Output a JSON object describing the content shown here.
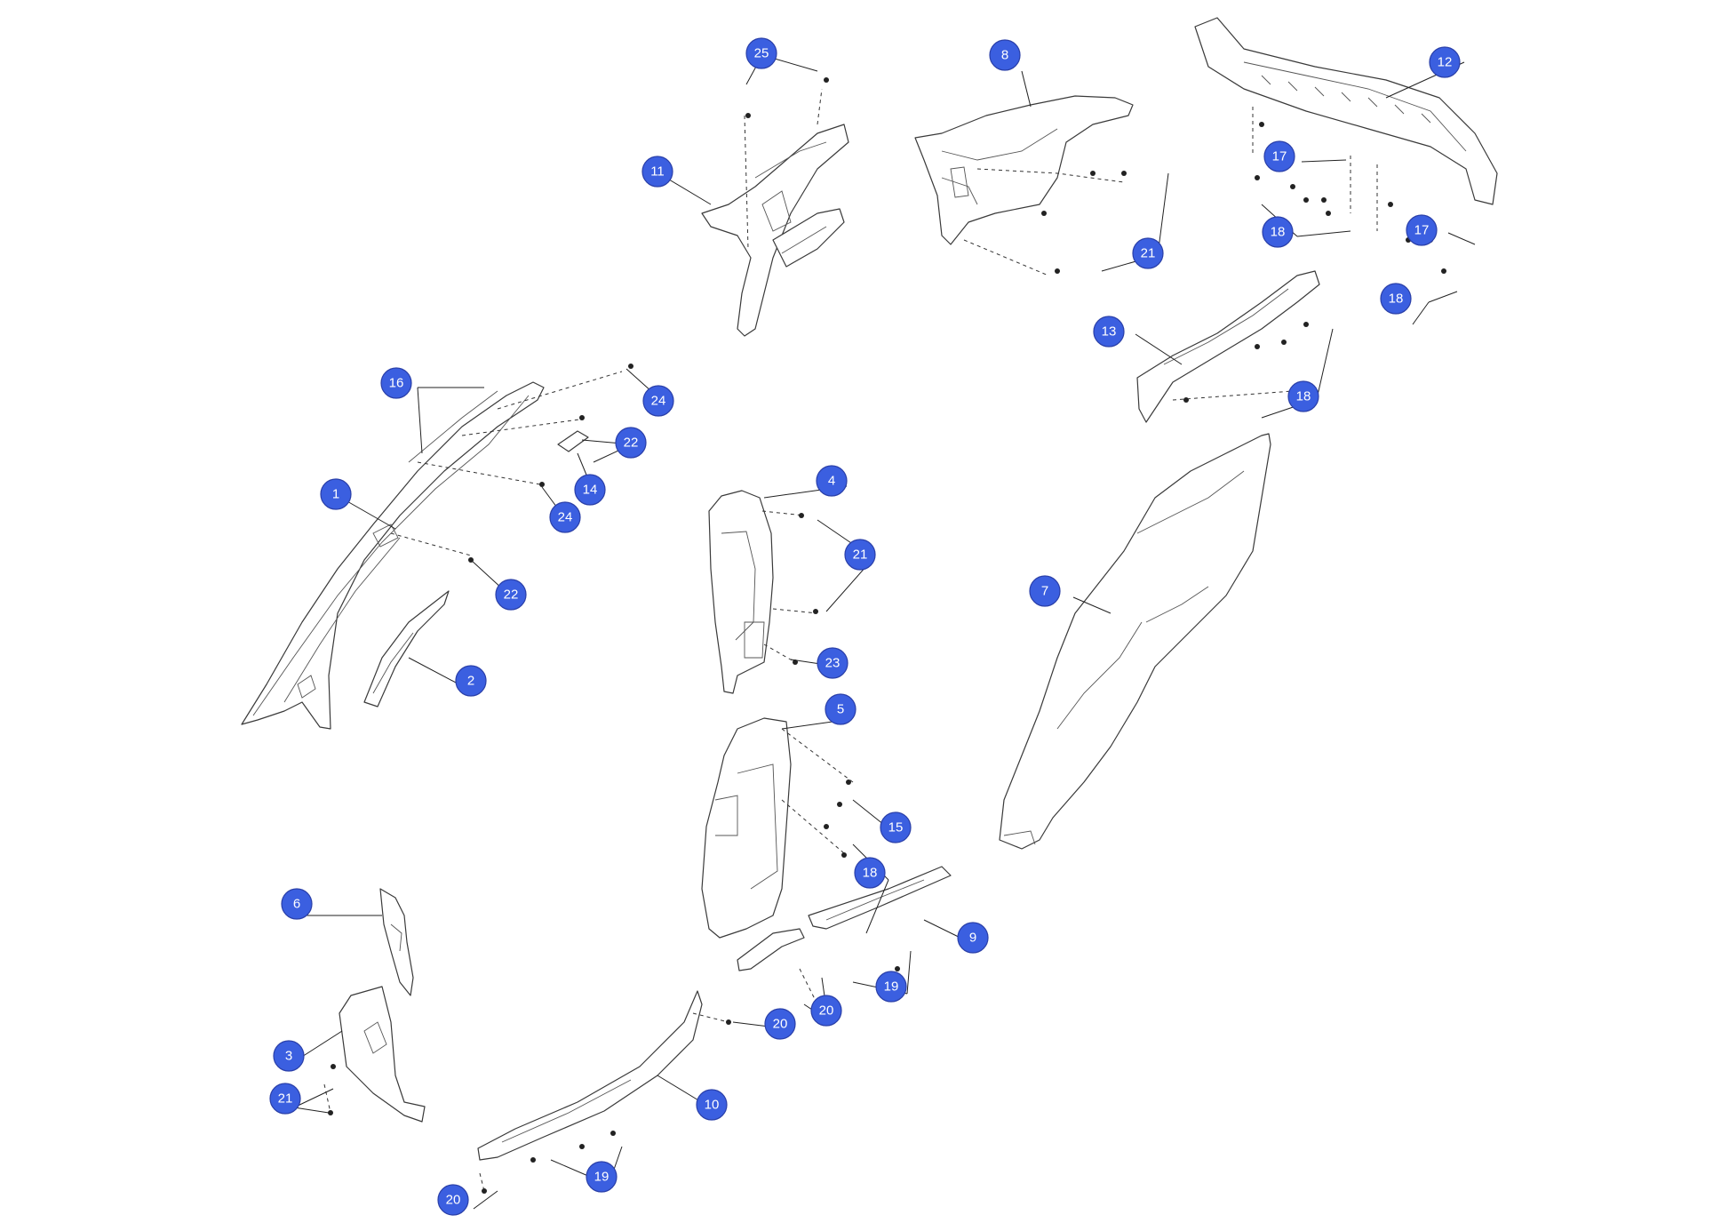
{
  "diagram": {
    "callouts": [
      {
        "id": "callout-1",
        "label": "1"
      },
      {
        "id": "callout-2",
        "label": "2"
      },
      {
        "id": "callout-3",
        "label": "3"
      },
      {
        "id": "callout-4",
        "label": "4"
      },
      {
        "id": "callout-5",
        "label": "5"
      },
      {
        "id": "callout-6",
        "label": "6"
      },
      {
        "id": "callout-7",
        "label": "7"
      },
      {
        "id": "callout-8",
        "label": "8"
      },
      {
        "id": "callout-9",
        "label": "9"
      },
      {
        "id": "callout-10",
        "label": "10"
      },
      {
        "id": "callout-11",
        "label": "11"
      },
      {
        "id": "callout-12",
        "label": "12"
      },
      {
        "id": "callout-13",
        "label": "13"
      },
      {
        "id": "callout-14",
        "label": "14"
      },
      {
        "id": "callout-15",
        "label": "15"
      },
      {
        "id": "callout-16",
        "label": "16"
      },
      {
        "id": "callout-17a",
        "label": "17"
      },
      {
        "id": "callout-17b",
        "label": "17"
      },
      {
        "id": "callout-18a",
        "label": "18"
      },
      {
        "id": "callout-18b",
        "label": "18"
      },
      {
        "id": "callout-18c",
        "label": "18"
      },
      {
        "id": "callout-18d",
        "label": "18"
      },
      {
        "id": "callout-19a",
        "label": "19"
      },
      {
        "id": "callout-19b",
        "label": "19"
      },
      {
        "id": "callout-20a",
        "label": "20"
      },
      {
        "id": "callout-20b",
        "label": "20"
      },
      {
        "id": "callout-20c",
        "label": "20"
      },
      {
        "id": "callout-21a",
        "label": "21"
      },
      {
        "id": "callout-21b",
        "label": "21"
      },
      {
        "id": "callout-21c",
        "label": "21"
      },
      {
        "id": "callout-22a",
        "label": "22"
      },
      {
        "id": "callout-22b",
        "label": "22"
      },
      {
        "id": "callout-23",
        "label": "23"
      },
      {
        "id": "callout-24a",
        "label": "24"
      },
      {
        "id": "callout-24b",
        "label": "24"
      },
      {
        "id": "callout-25",
        "label": "25"
      }
    ],
    "callout_color": "#3b5fe0"
  }
}
